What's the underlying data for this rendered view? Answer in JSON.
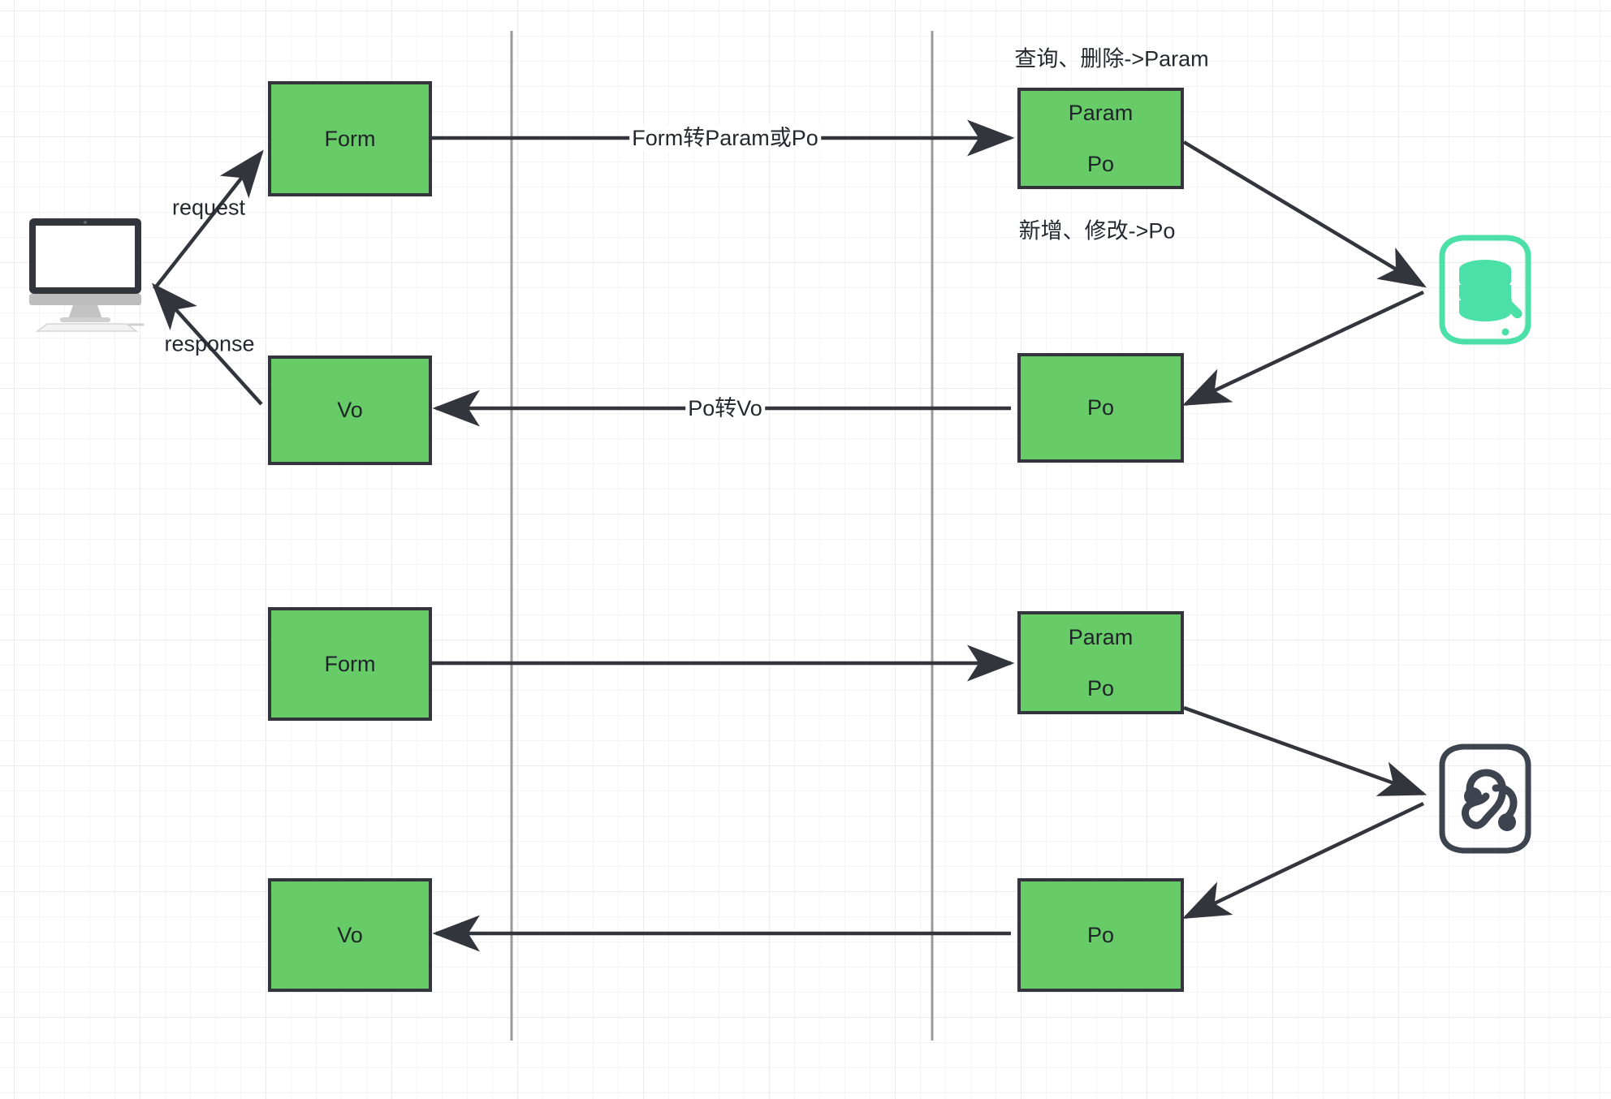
{
  "diagram": {
    "title": "Form / Param / Po / Vo data transfer object flow",
    "background": "#ffffff",
    "grid_color": "#ececec",
    "node_fill": "#67CC67",
    "node_stroke": "#32353c",
    "arrow_color": "#32353c",
    "divider_color": "#9a9a9a",
    "db_icon_color": "#4BE0A8",
    "service_icon_color": "#3d444f"
  },
  "nodes": [
    {
      "id": "form-top",
      "label": "Form",
      "label2": ""
    },
    {
      "id": "param-top",
      "label": "Param",
      "label2": "Po"
    },
    {
      "id": "vo-top",
      "label": "Vo",
      "label2": ""
    },
    {
      "id": "po-top",
      "label": "Po",
      "label2": ""
    },
    {
      "id": "form-bottom",
      "label": "Form",
      "label2": ""
    },
    {
      "id": "param-bottom",
      "label": "Param",
      "label2": "Po"
    },
    {
      "id": "vo-bottom",
      "label": "Vo",
      "label2": ""
    },
    {
      "id": "po-bottom",
      "label": "Po",
      "label2": ""
    }
  ],
  "edge_labels": {
    "request": "request",
    "response": "response",
    "form_to_param": "Form转Param或Po",
    "po_to_vo": "Po转Vo"
  },
  "annotations": {
    "query_delete": "查询、删除->Param",
    "insert_update": "新增、修改->Po"
  },
  "icons": {
    "client": "desktop-computer-icon",
    "database": "database-tools-icon",
    "service": "cloud-service-icon"
  }
}
